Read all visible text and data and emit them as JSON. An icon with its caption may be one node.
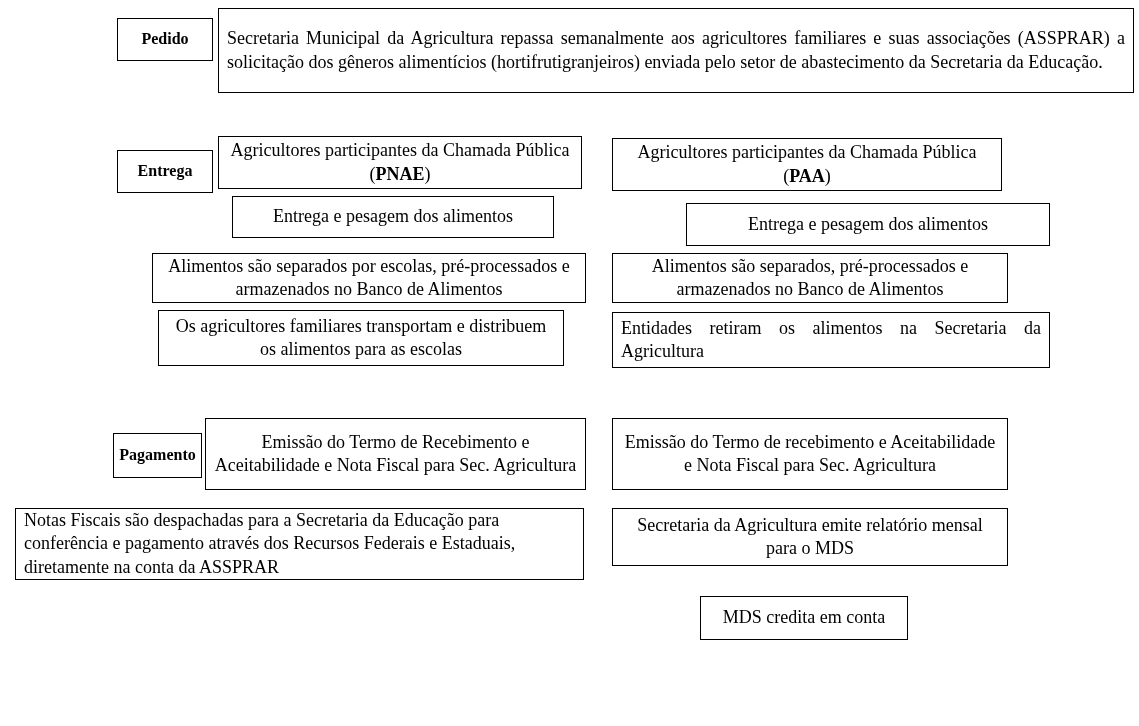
{
  "diagram": {
    "nodes": [
      {
        "text": [
          "Pedido"
        ]
      },
      {
        "text": [
          "Secretaria Municipal da Agricultura repassa semanalmente aos agricultores familiares e suas associações (ASSPRAR) a solicitação dos gêneros alimentícios (hortifrutigranjeiros) enviada pelo setor de abastecimento da Secretaria da Educação."
        ]
      },
      {
        "text": [
          "Entrega"
        ]
      },
      {
        "text": [
          "Agricultores participantes da Chamada Pública (**PNAE**)"
        ]
      },
      {
        "text": [
          "Agricultores participantes da Chamada Pública (**PAA**)"
        ]
      },
      {
        "text": [
          "Entrega e pesagem dos alimentos"
        ]
      },
      {
        "text": [
          "Entrega e pesagem dos alimentos"
        ]
      },
      {
        "text": [
          "Alimentos são separados por escolas, pré-processados e armazenados no Banco de Alimentos"
        ]
      },
      {
        "text": [
          "Alimentos são separados, pré-processados e armazenados no Banco de Alimentos"
        ]
      },
      {
        "text": [
          "Os agricultores familiares transportam e distribuem os alimentos para as escolas"
        ]
      },
      {
        "text": [
          "Entidades retiram os alimentos na Secretaria da Agricultura"
        ]
      },
      {
        "text": [
          "Pagamento"
        ]
      },
      {
        "text": [
          "Emissão do Termo de Recebimento e Aceitabilidade e Nota Fiscal para Sec. Agricultura"
        ]
      },
      {
        "text": [
          "Emissão do Termo de recebimento e Aceitabilidade e Nota Fiscal para Sec. Agricultura"
        ]
      },
      {
        "text": [
          "Notas Fiscais são despachadas para a Secretaria da Educação para conferência e pagamento através dos Recursos Federais e Estaduais, diretamente na conta da ASSPRAR"
        ]
      },
      {
        "text": [
          "Secretaria da Agricultura emite relatório mensal para o MDS"
        ]
      },
      {
        "text": [
          "MDS credita em conta"
        ]
      }
    ]
  }
}
